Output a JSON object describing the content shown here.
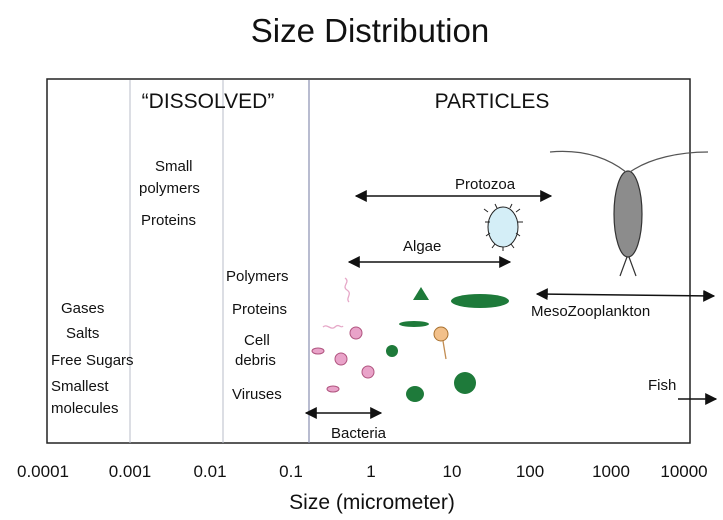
{
  "title": "Size Distribution",
  "sections": {
    "dissolved": "“DISSOLVED”",
    "particles": "PARTICLES"
  },
  "x_axis": {
    "label": "Size (micrometer)",
    "ticks": [
      "0.0001",
      "0.001",
      "0.01",
      "0.1",
      "1",
      "10",
      "100",
      "1000",
      "10000"
    ]
  },
  "dissolved_groups": {
    "col1": [
      "Gases",
      "Salts",
      "Free Sugars",
      "Smallest",
      "molecules"
    ],
    "col2": [
      "Small",
      "polymers",
      "Proteins"
    ],
    "col3": [
      "Polymers",
      "Proteins",
      "Cell",
      "debris",
      "Viruses"
    ]
  },
  "organisms": {
    "protozoa": "Protozoa",
    "algae": "Algae",
    "mesozooplankton": "MesoZooplankton",
    "bacteria": "Bacteria",
    "fish": "Fish"
  },
  "colors": {
    "green": "#1e7a3a",
    "pink": "#e9a3c9",
    "pink_stroke": "#b0547f",
    "protozoa_fill": "#d4eef7",
    "zooplankton_fill": "#8c8c8c",
    "orange": "#f2c08a",
    "divider": "#b8bcc8"
  }
}
